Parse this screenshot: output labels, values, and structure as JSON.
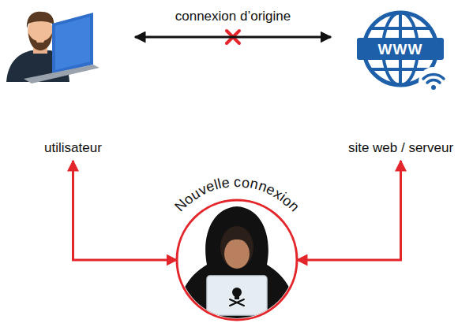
{
  "diagram": {
    "nodes": [
      {
        "text": [
          "utilisateur"
        ]
      },
      {
        "text": [
          "site web / serveur"
        ]
      },
      {
        "text": [
          "Nouvelle connexion"
        ]
      }
    ],
    "edges": [
      {
        "from": 0,
        "to": 1,
        "arrow": "both",
        "label": "connexion d’origine"
      },
      {
        "from": 2,
        "to": 0,
        "arrow": "both"
      },
      {
        "from": 2,
        "to": 1,
        "arrow": "both"
      }
    ],
    "labels": [
      "WWW"
    ]
  }
}
